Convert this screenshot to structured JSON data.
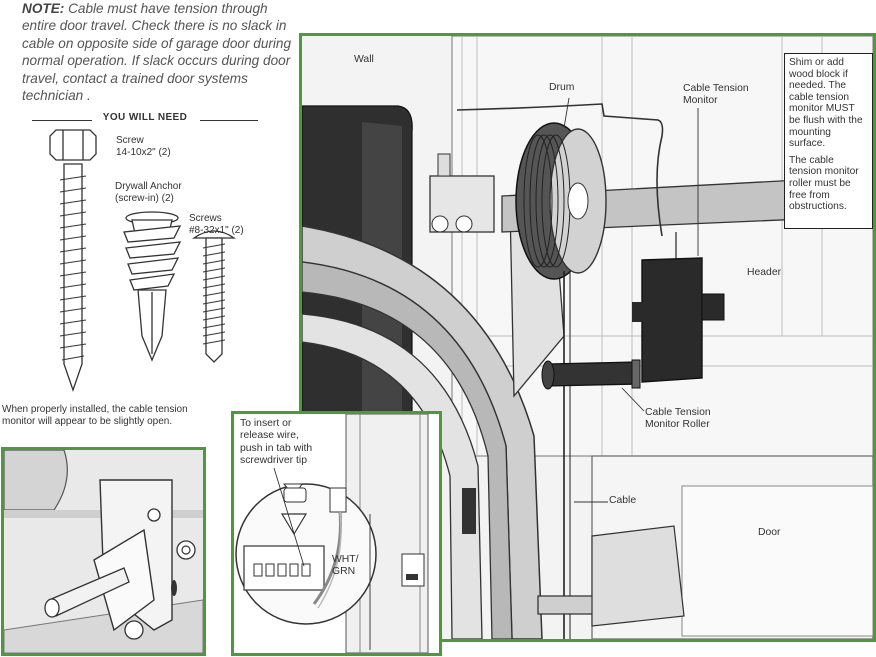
{
  "note": {
    "label": "NOTE:",
    "text": " Cable must have tension through entire door travel. Check there is no slack in cable on opposite side of garage door during normal operation. If slack occurs during door travel, contact a trained door systems technician ."
  },
  "you_will_need": {
    "title": "YOU WILL NEED",
    "items": [
      {
        "name": "Screw",
        "spec": "14-10x2\" (2)"
      },
      {
        "name": "Drywall Anchor",
        "spec": "(screw-in) (2)"
      },
      {
        "name": "Screws",
        "spec": "#8-32x1\" (2)"
      }
    ]
  },
  "install_note": "When properly installed, the cable tension monitor will appear to be slightly open.",
  "main_labels": {
    "wall": "Wall",
    "drum": "Drum",
    "cable_tension_monitor": [
      "Cable Tension",
      "Monitor"
    ],
    "header": "Header",
    "roller": [
      "Cable Tension",
      "Monitor Roller"
    ],
    "cable": "Cable",
    "door": "Door"
  },
  "shim_note": {
    "p1": "Shim or add wood block if needed. The cable tension monitor MUST be flush with the mounting surface.",
    "p2": "The cable tension monitor roller must be free from obstructions."
  },
  "wire_callout": {
    "text": [
      "To insert or",
      "release wire,",
      "push in tab with",
      "screwdriver tip"
    ],
    "wire_label": [
      "WHT/",
      "GRN"
    ]
  },
  "colors": {
    "panel_border": "#4d9a3a",
    "text": "#333333"
  }
}
